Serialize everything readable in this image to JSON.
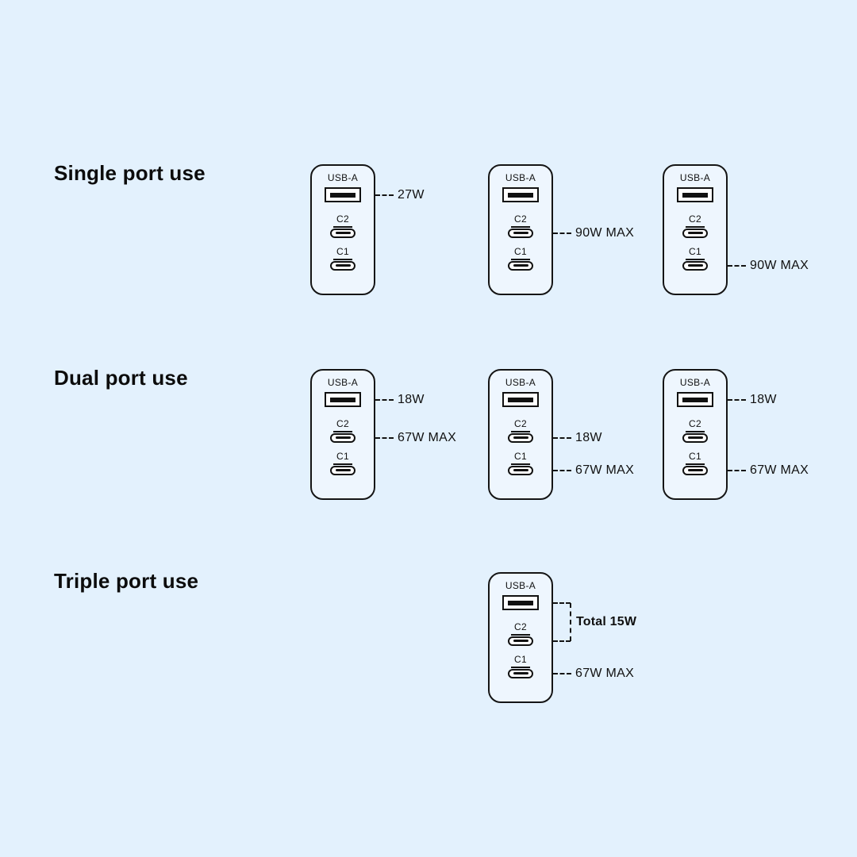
{
  "colors": {
    "background": "#e3f1fd",
    "device_fill": "#eef6fe",
    "port_fill": "#ffffff",
    "ink": "#141414"
  },
  "charger_ports": {
    "usb_a": "USB-A",
    "c2": "C2",
    "c1": "C1"
  },
  "sections": [
    {
      "label": "Single port use",
      "chargers": [
        {
          "callouts": [
            {
              "port": "usb_a",
              "text": "27W"
            }
          ]
        },
        {
          "callouts": [
            {
              "port": "c2",
              "text": "90W MAX"
            }
          ]
        },
        {
          "callouts": [
            {
              "port": "c1",
              "text": "90W MAX"
            }
          ]
        }
      ]
    },
    {
      "label": "Dual port use",
      "chargers": [
        {
          "callouts": [
            {
              "port": "usb_a",
              "text": "18W"
            },
            {
              "port": "c2",
              "text": "67W MAX"
            }
          ]
        },
        {
          "callouts": [
            {
              "port": "c2",
              "text": "18W"
            },
            {
              "port": "c1",
              "text": "67W MAX"
            }
          ]
        },
        {
          "callouts": [
            {
              "port": "usb_a",
              "text": "18W"
            },
            {
              "port": "c1",
              "text": "67W MAX"
            }
          ]
        }
      ]
    },
    {
      "label": "Triple port use",
      "chargers": [
        {
          "callouts": [
            {
              "type": "bracket",
              "ports": [
                "usb_a",
                "c2"
              ],
              "text": "Total 15W"
            },
            {
              "port": "c1",
              "text": "67W MAX"
            }
          ]
        }
      ]
    }
  ]
}
